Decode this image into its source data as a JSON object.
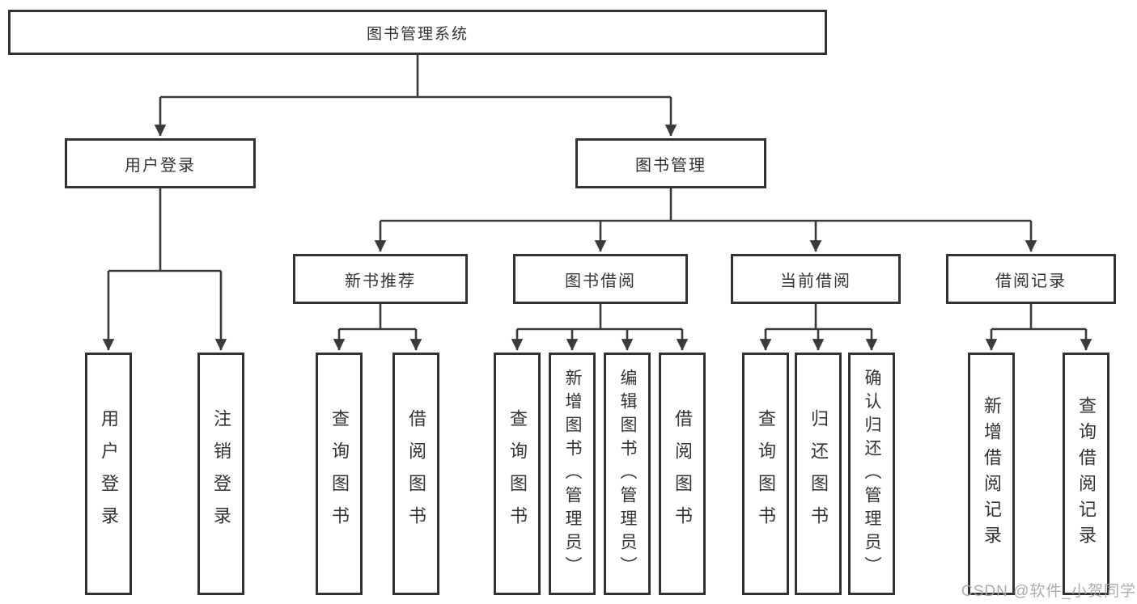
{
  "diagram": {
    "title": "图书管理系统",
    "level2": [
      {
        "label": "用户登录"
      },
      {
        "label": "图书管理"
      }
    ],
    "level3": [
      {
        "label": "新书推荐",
        "parent": "图书管理"
      },
      {
        "label": "图书借阅",
        "parent": "图书管理"
      },
      {
        "label": "当前借阅",
        "parent": "图书管理"
      },
      {
        "label": "借阅记录",
        "parent": "图书管理"
      }
    ],
    "leaves": [
      {
        "label": "用户登录",
        "parent": "用户登录"
      },
      {
        "label": "注销登录",
        "parent": "用户登录"
      },
      {
        "label": "查询图书",
        "parent": "新书推荐"
      },
      {
        "label": "借阅图书",
        "parent": "新书推荐"
      },
      {
        "label": "查询图书",
        "parent": "图书借阅"
      },
      {
        "label": "新增图书（管理员）",
        "parent": "图书借阅"
      },
      {
        "label": "编辑图书（管理员）",
        "parent": "图书借阅"
      },
      {
        "label": "借阅图书",
        "parent": "图书借阅"
      },
      {
        "label": "查询图书",
        "parent": "当前借阅"
      },
      {
        "label": "归还图书",
        "parent": "当前借阅"
      },
      {
        "label": "确认归还（管理员）",
        "parent": "当前借阅"
      },
      {
        "label": "新增借阅记录",
        "parent": "借阅记录"
      },
      {
        "label": "查询借阅记录",
        "parent": "借阅记录"
      }
    ]
  },
  "watermark": "CSDN @软件_小贺同学",
  "colors": {
    "line": "#3a3a3a",
    "box_border": "#333333",
    "text": "#333333",
    "background": "#ffffff",
    "watermark": "#a4a4a4"
  }
}
